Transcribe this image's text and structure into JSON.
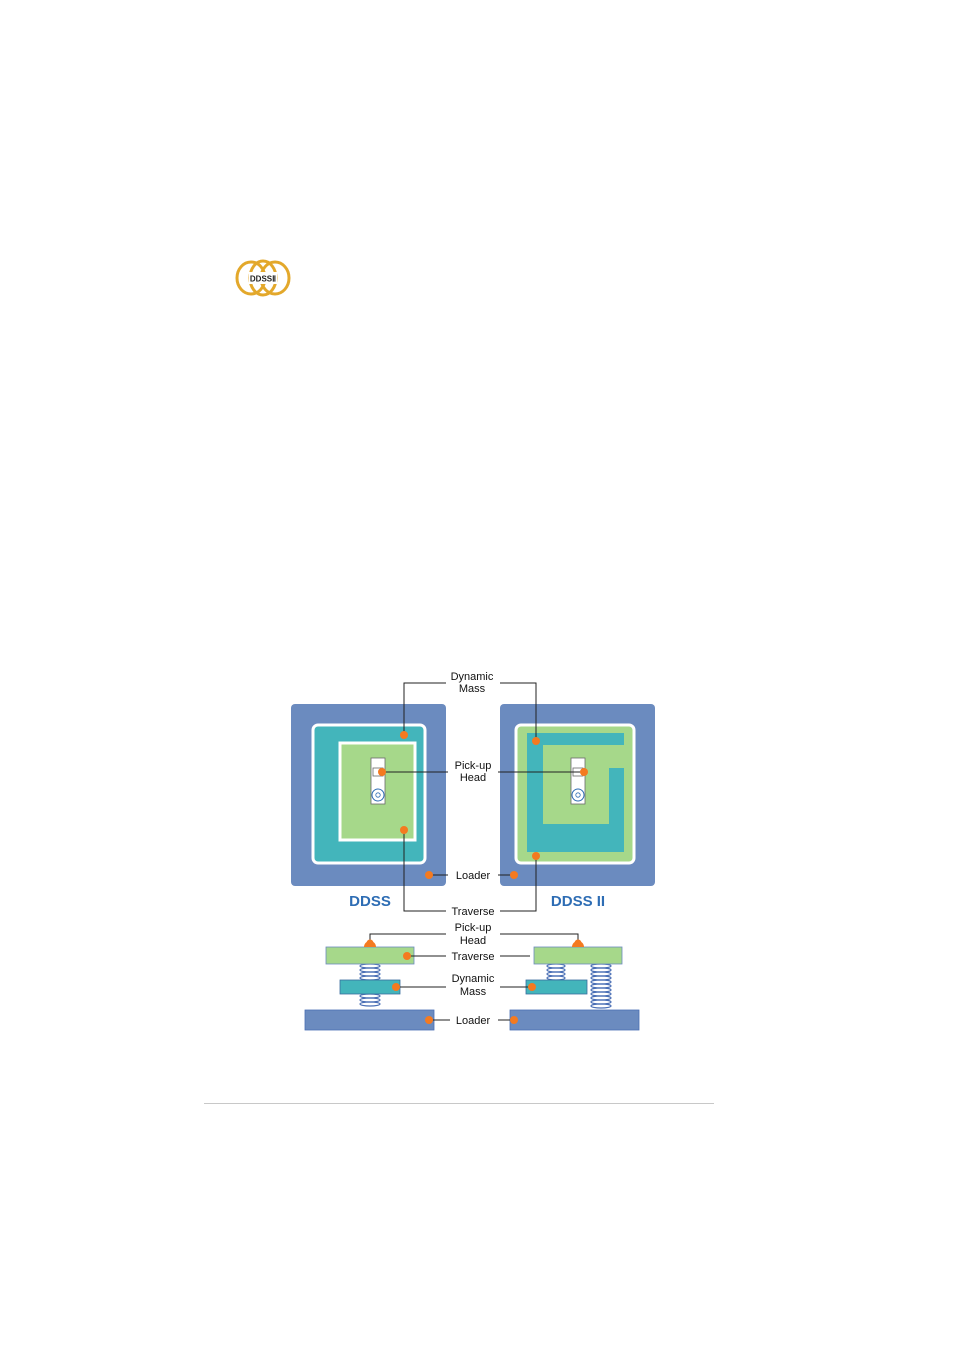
{
  "logo": {
    "text": "DDSSⅡ"
  },
  "labels": {
    "dynamic_mass": [
      "Dynamic",
      "Mass"
    ],
    "pickup_head": [
      "Pick-up",
      "Head"
    ],
    "loader": "Loader",
    "traverse": "Traverse"
  },
  "titles": {
    "left": "DDSS",
    "right": "DDSS II"
  },
  "colors": {
    "loader": "#6b8bbf",
    "dynamic_mass": "#43b5bb",
    "traverse": "#a6d88a",
    "marker": "#f47a20",
    "title": "#2e6db4",
    "logo": "#e3a82b"
  }
}
